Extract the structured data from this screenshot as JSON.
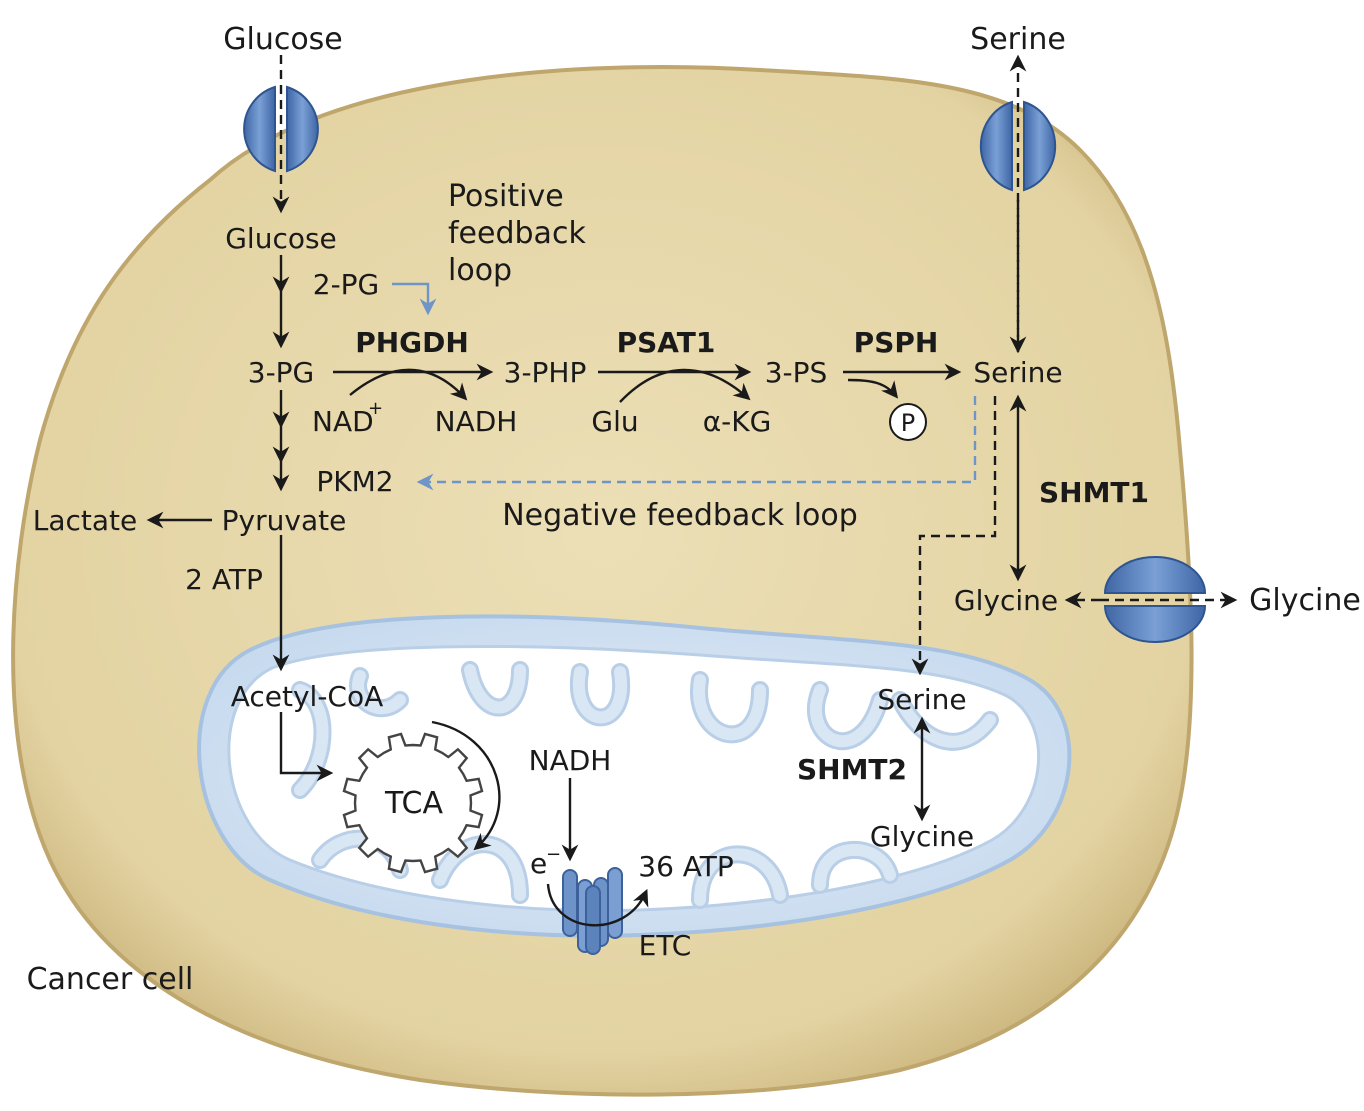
{
  "colors": {
    "cell_fill": "#e6d8ab",
    "cell_edge": "#c9b47b",
    "mito_fill": "#dbe7f3",
    "mito_edge": "#a9c3df",
    "cristae_fill": "#ffffff",
    "transporter": "#5b83c0",
    "feedback_blue": "#6f95c8"
  },
  "labels": {
    "glucose_outside": "Glucose",
    "glucose_inside": "Glucose",
    "serine_outside": "Serine",
    "serine_cyto": "Serine",
    "serine_mito": "Serine",
    "glycine_cyto": "Glycine",
    "glycine_outside": "Glycine",
    "glycine_mito": "Glycine",
    "positive_feedback": [
      "Positive",
      "feedback",
      "loop"
    ],
    "pg2": "2-PG",
    "pg3": "3-PG",
    "php3": "3-PHP",
    "ps3": "3-PS",
    "phgdh": "PHGDH",
    "psat1": "PSAT1",
    "psph": "PSPH",
    "nad": "NAD",
    "nad_sup": "+",
    "nadh_cyto": "NADH",
    "glu": "Glu",
    "akg": "α-KG",
    "phosphate": "P",
    "pkm2": "PKM2",
    "negative_feedback": "Negative feedback loop",
    "shmt1": "SHMT1",
    "shmt2": "SHMT2",
    "lactate": "Lactate",
    "pyruvate": "Pyruvate",
    "atp2": "2 ATP",
    "acetyl_coa": "Acetyl-CoA",
    "tca": "TCA",
    "nadh_mito": "NADH",
    "electron": "e",
    "electron_sup": "−",
    "atp36": "36 ATP",
    "etc": "ETC",
    "cancer_cell": "Cancer cell"
  },
  "icons": {
    "transporter": "membrane-transporter-icon",
    "gear": "tca-gear-icon",
    "etc": "etc-complex-icon"
  }
}
